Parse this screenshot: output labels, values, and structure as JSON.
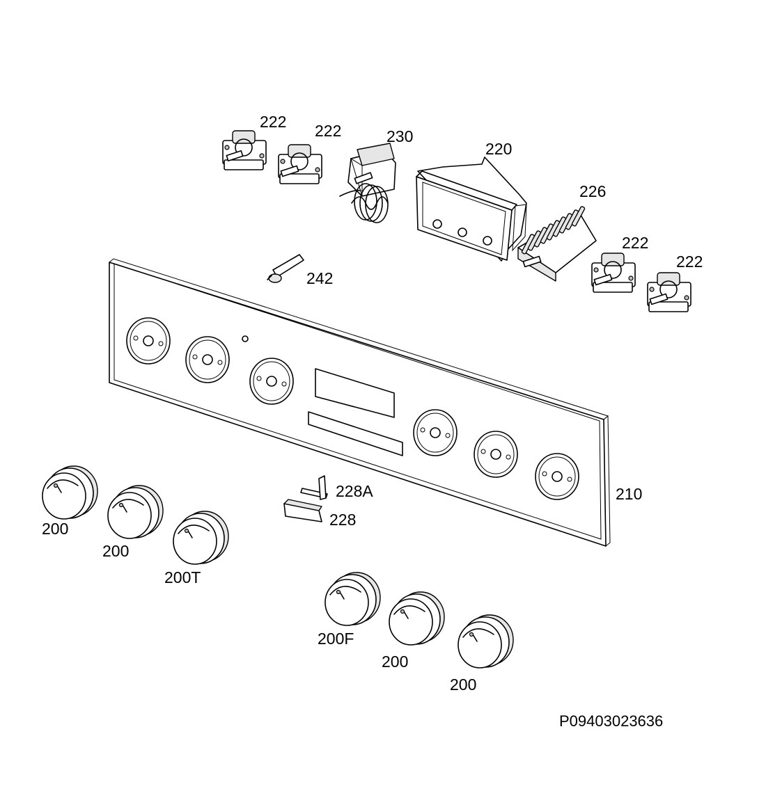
{
  "diagram_code": "P09403023636",
  "labels": {
    "knob_1": "200",
    "knob_2": "200",
    "knob_3": "200T",
    "knob_4": "200F",
    "knob_5": "200",
    "knob_6": "200",
    "panel": "210",
    "timer_module": "220",
    "switch_1": "222",
    "switch_2": "222",
    "switch_3": "222",
    "switch_4": "222",
    "selector_switch": "226",
    "lamp": "228",
    "lamp_holder": "228A",
    "thermostat": "230",
    "indicator": "242"
  }
}
